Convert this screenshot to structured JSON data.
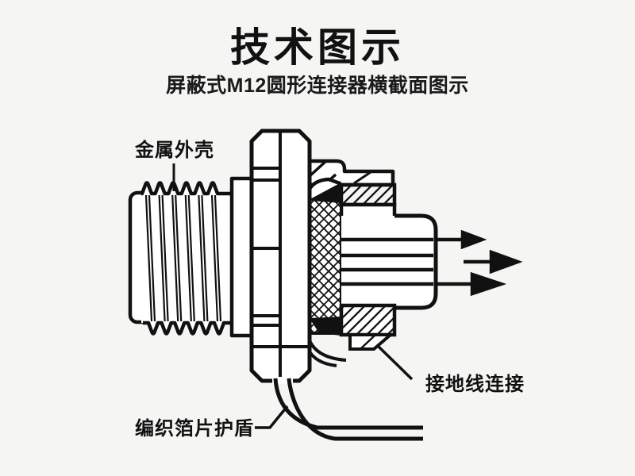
{
  "header": {
    "title": "技术图示",
    "subtitle": "屏蔽式M12圆形连接器横截面图示"
  },
  "diagram": {
    "labels": {
      "metal_housing": "金属外壳",
      "ground_wire_connection": "接地线连接",
      "braided_foil_shield": "编织箔片护盾"
    },
    "icons": {
      "signal_arrows": "right-arrow",
      "signal_arrow_count": 3
    },
    "colors": {
      "background": "#f5f5f3",
      "line": "#111111",
      "fill": "#ffffff"
    }
  }
}
